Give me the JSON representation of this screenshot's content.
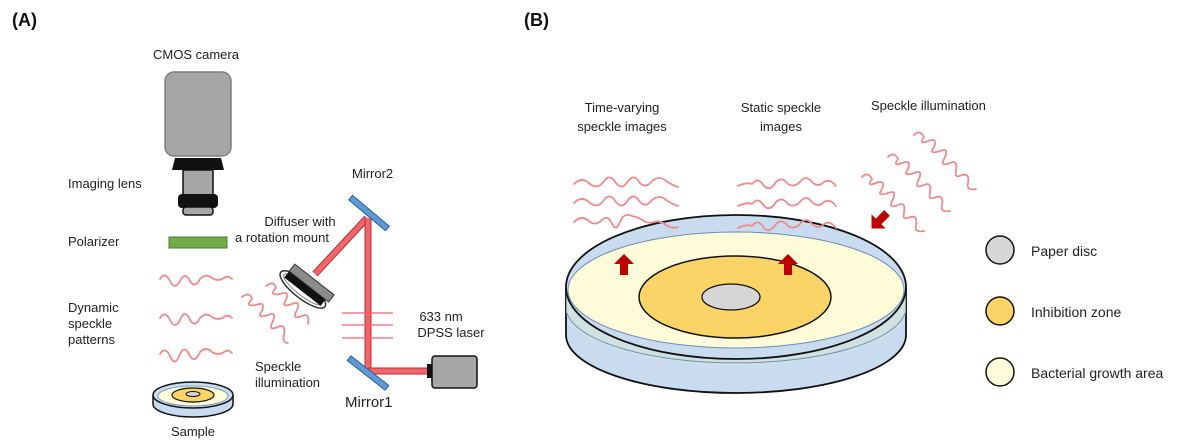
{
  "panels": {
    "a": {
      "label": "(A)",
      "camera_label": "CMOS camera",
      "lens_label": "Imaging lens",
      "polarizer_label": "Polarizer",
      "diffuser_label_line1": "Diffuser with",
      "diffuser_label_line2": "a rotation mount",
      "mirror2_label": "Mirror2",
      "mirror1_label": "Mirror1",
      "laser_label_line1": "633 nm",
      "laser_label_line2": "DPSS laser",
      "dynamic_line1": "Dynamic",
      "dynamic_line2": "speckle",
      "dynamic_line3": "patterns",
      "illum_line1": "Speckle",
      "illum_line2": "illumination",
      "sample_label": "Sample"
    },
    "b": {
      "label": "(B)",
      "timevarying_line1": "Time-varying",
      "timevarying_line2": "speckle images",
      "static_line1": "Static speckle",
      "static_line2": "images",
      "illum_label": "Speckle illumination"
    }
  },
  "legend": [
    {
      "label": "Paper disc",
      "color": "#d6d6d6"
    },
    {
      "label": "Inhibition zone",
      "color": "#fbd468"
    },
    {
      "label": "Bacterial growth area",
      "color": "#fefbd8"
    }
  ],
  "colors": {
    "beam": "#f2656a",
    "mirror": "#5b9bd5",
    "polarizer": "#70ad47",
    "dish": "#c9dcef",
    "arrow": "#c00000",
    "camera": "#a6a6a6"
  }
}
